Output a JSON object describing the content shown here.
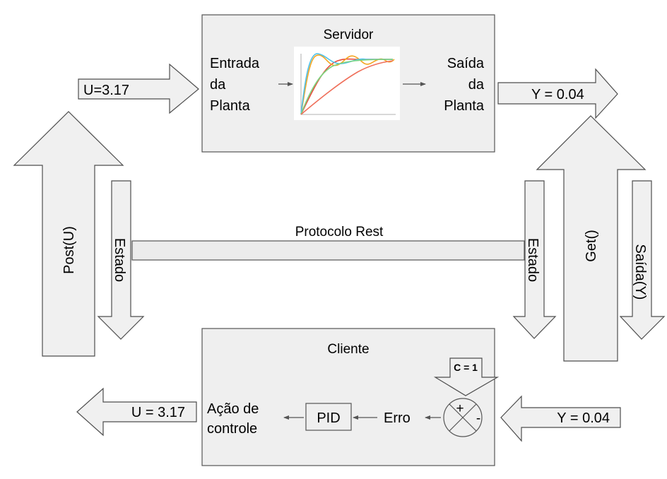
{
  "servidor": {
    "title": "Servidor",
    "entrada": [
      "Entrada",
      "da",
      "Planta"
    ],
    "saida": [
      "Saída",
      "da",
      "Planta"
    ]
  },
  "cliente": {
    "title": "Cliente",
    "acao": [
      "Ação de",
      "controle"
    ],
    "pid": "PID",
    "erro": "Erro",
    "setpoint": "C = 1",
    "plus": "+",
    "minus": "-"
  },
  "protocol_label": "Protocolo Rest",
  "arrows": {
    "u_in": "U=3.17",
    "y_out": "Y = 0.04",
    "u_out": "U = 3.17",
    "y_in": "Y = 0.04",
    "post": "Post(U)",
    "estado_left": "Estado",
    "estado_right": "Estado",
    "get": "Get()",
    "saida_y": "Saída(Y)"
  },
  "plot_colors": [
    "#e84a3a",
    "#f5a623",
    "#4fc1e9",
    "#7ed37e",
    "#ef6f5a"
  ]
}
